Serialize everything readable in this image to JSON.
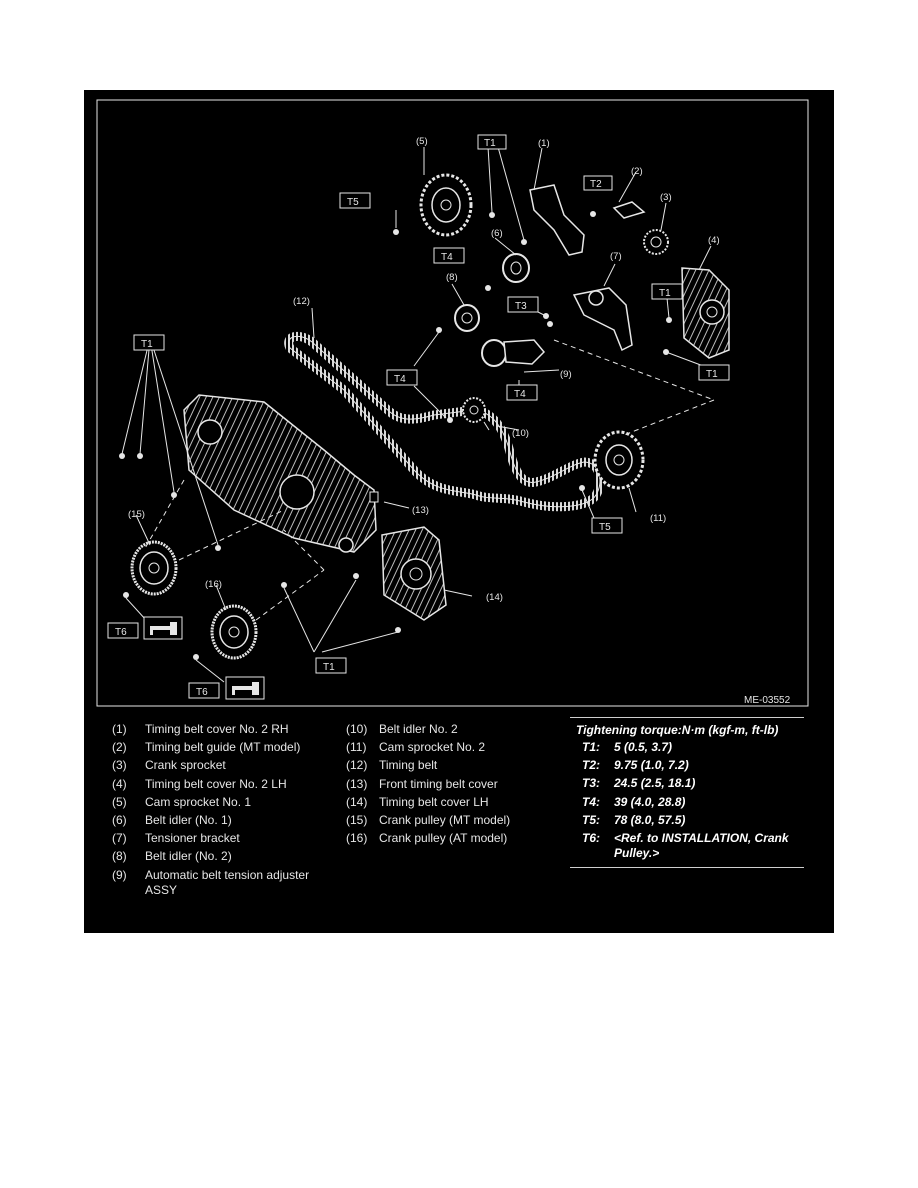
{
  "figure_id": "ME-03552",
  "callout_labels": {
    "c1": "(1)",
    "c2": "(2)",
    "c3": "(3)",
    "c4": "(4)",
    "c5": "(5)",
    "c6": "(6)",
    "c7": "(7)",
    "c8": "(8)",
    "c9": "(9)",
    "c10": "(10)",
    "c11": "(11)",
    "c12": "(12)",
    "c13": "(13)",
    "c14": "(14)",
    "c15": "(15)",
    "c16": "(16)"
  },
  "torque_tags": {
    "T1": "T1",
    "T2": "T2",
    "T3": "T3",
    "T4": "T4",
    "T5": "T5",
    "T6": "T6"
  },
  "legend": {
    "col1": [
      {
        "num": "(1)",
        "name": "Timing belt cover No. 2 RH"
      },
      {
        "num": "(2)",
        "name": "Timing belt guide (MT model)"
      },
      {
        "num": "(3)",
        "name": "Crank sprocket"
      },
      {
        "num": "(4)",
        "name": "Timing belt cover No. 2 LH"
      },
      {
        "num": "(5)",
        "name": "Cam sprocket No. 1"
      },
      {
        "num": "(6)",
        "name": "Belt idler (No. 1)"
      },
      {
        "num": "(7)",
        "name": "Tensioner bracket"
      },
      {
        "num": "(8)",
        "name": "Belt idler (No. 2)"
      },
      {
        "num": "(9)",
        "name": "Automatic belt tension adjuster ASSY"
      }
    ],
    "col2": [
      {
        "num": "(10)",
        "name": "Belt idler No. 2"
      },
      {
        "num": "(11)",
        "name": "Cam sprocket No. 2"
      },
      {
        "num": "(12)",
        "name": "Timing belt"
      },
      {
        "num": "(13)",
        "name": "Front timing belt cover"
      },
      {
        "num": "(14)",
        "name": "Timing belt cover LH"
      },
      {
        "num": "(15)",
        "name": "Crank pulley (MT model)"
      },
      {
        "num": "(16)",
        "name": "Crank pulley (AT model)"
      }
    ]
  },
  "torque_table": {
    "header": "Tightening torque:N·m (kgf-m, ft-lb)",
    "rows": [
      {
        "key": "T1:",
        "value": "5 (0.5, 3.7)"
      },
      {
        "key": "T2:",
        "value": "9.75 (1.0, 7.2)"
      },
      {
        "key": "T3:",
        "value": "24.5 (2.5, 18.1)"
      },
      {
        "key": "T4:",
        "value": "39 (4.0, 28.8)"
      },
      {
        "key": "T5:",
        "value": "78 (8.0, 57.5)"
      },
      {
        "key": "T6:",
        "value": "<Ref. to INSTALLATION, Crank Pulley.>"
      }
    ]
  },
  "colors": {
    "background": "#000000",
    "line": "#e6e6e6",
    "page": "#ffffff"
  }
}
